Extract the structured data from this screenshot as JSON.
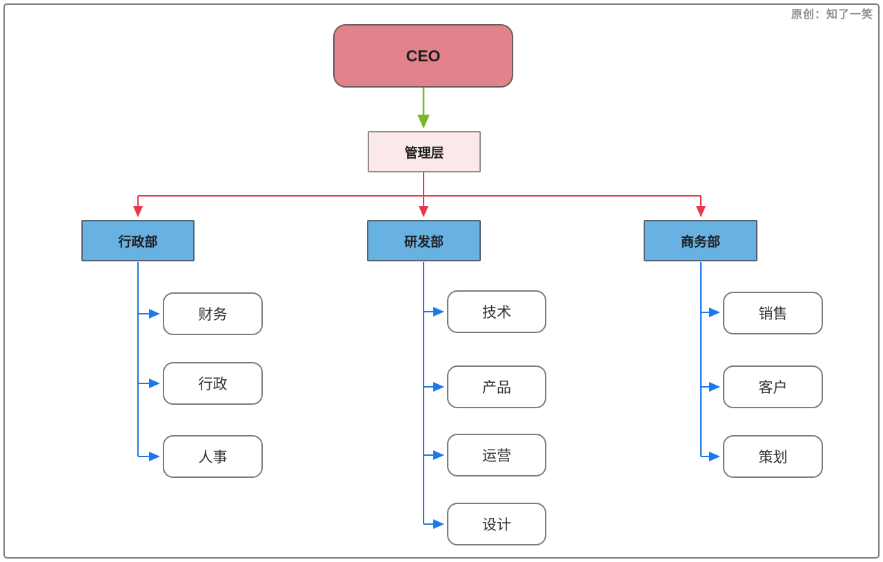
{
  "attribution": "原创：知了一笑",
  "colors": {
    "frame_border": "#7d7d7d",
    "attribution_text": "#8f8f8f",
    "ceo_fill": "#e2838b",
    "ceo_border": "#6b5b5b",
    "mgmt_fill": "#fbe9ea",
    "mgmt_border": "#8d8d8d",
    "dept_fill": "#68b1e3",
    "dept_border": "#53626f",
    "child_fill": "#ffffff",
    "child_border": "#7c7c7c",
    "arrow_green": "#76b82a",
    "arrow_red": "#e8364a",
    "arrow_blue": "#1b79e8"
  },
  "org_chart": {
    "ceo": {
      "label": "CEO"
    },
    "management": {
      "label": "管理层"
    },
    "departments": [
      {
        "label": "行政部",
        "children": [
          {
            "label": "财务"
          },
          {
            "label": "行政"
          },
          {
            "label": "人事"
          }
        ]
      },
      {
        "label": "研发部",
        "children": [
          {
            "label": "技术"
          },
          {
            "label": "产品"
          },
          {
            "label": "运营"
          },
          {
            "label": "设计"
          }
        ]
      },
      {
        "label": "商务部",
        "children": [
          {
            "label": "销售"
          },
          {
            "label": "客户"
          },
          {
            "label": "策划"
          }
        ]
      }
    ]
  }
}
